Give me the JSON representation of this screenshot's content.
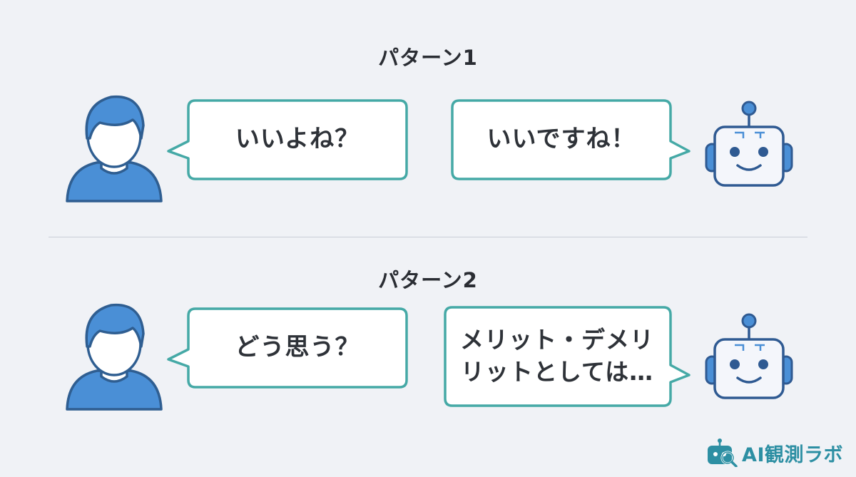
{
  "patterns": [
    {
      "title": "パターン1",
      "user_message": "いいよね？",
      "ai_message": "いいですね！"
    },
    {
      "title": "パターン2",
      "user_message": "どう思う？",
      "ai_message": "メリット・デメリ\nリットとしては…"
    }
  ],
  "brand": {
    "name": "AI観測ラボ"
  },
  "colors": {
    "background": "#f0f2f6",
    "bubble_border": "#45a9a6",
    "user_icon": "#4a8fd6",
    "user_icon_stroke": "#2f5e91",
    "robot_stroke": "#2f5a92",
    "robot_fill": "#f4f6fb",
    "brand": "#2d8fa3"
  },
  "icons": [
    "user-avatar-icon",
    "robot-icon",
    "brand-logo-icon"
  ]
}
